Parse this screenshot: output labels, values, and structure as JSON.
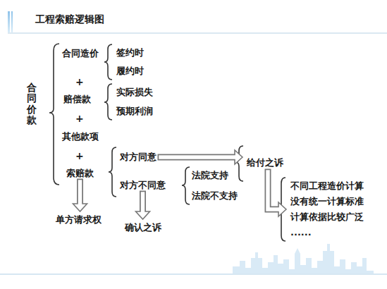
{
  "diagram": {
    "title": "工程索赔逻辑图",
    "nodes": [
      {
        "text": [
          "合同价款"
        ]
      },
      {
        "text": [
          "合同造价"
        ]
      },
      {
        "text": [
          "签约时"
        ]
      },
      {
        "text": [
          "履约时"
        ]
      },
      {
        "text": [
          "赔偿款"
        ]
      },
      {
        "text": [
          "实际损失"
        ]
      },
      {
        "text": [
          "预期利润"
        ]
      },
      {
        "text": [
          "其他款项"
        ]
      },
      {
        "text": [
          "索赔款"
        ]
      },
      {
        "text": [
          "对方同意"
        ]
      },
      {
        "text": [
          "对方不同意"
        ]
      },
      {
        "text": [
          "法院支持"
        ]
      },
      {
        "text": [
          "法院不支持"
        ]
      },
      {
        "text": [
          "给付之诉"
        ]
      },
      {
        "text": [
          "单方请求权"
        ]
      },
      {
        "text": [
          "确认之诉"
        ]
      },
      {
        "text": [
          "不同工程造价计算",
          "没有统一计算标准",
          "计算依据比较广泛",
          "......"
        ]
      }
    ],
    "edges": [
      {
        "from": 8,
        "to": 14,
        "arrow": "to"
      },
      {
        "from": 10,
        "to": 15,
        "arrow": "to"
      },
      {
        "from": 9,
        "to": 13,
        "arrow": "to"
      },
      {
        "from": 13,
        "to": 16,
        "arrow": "to"
      }
    ],
    "labels": [
      "+",
      "+",
      "+"
    ]
  }
}
